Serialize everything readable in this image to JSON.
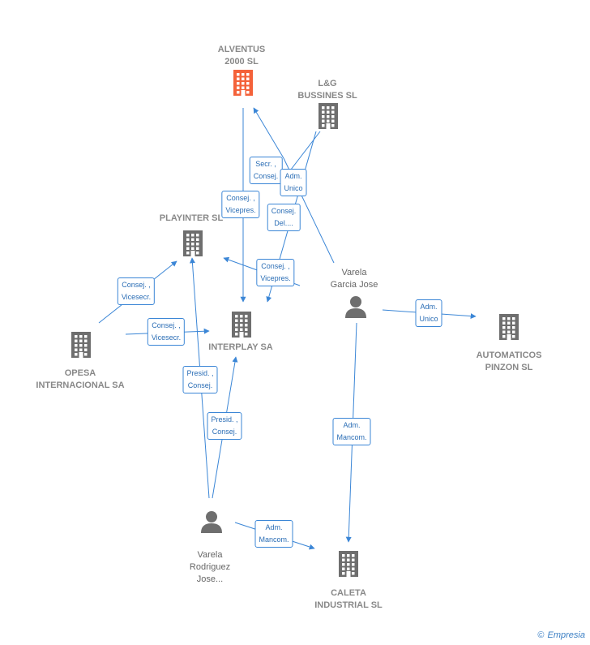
{
  "colors": {
    "edge": "#3b86d6",
    "company": "#6e6e6e",
    "highlight": "#f4623a",
    "person": "#6e6e6e"
  },
  "nodes": [
    {
      "id": "alventus",
      "label": "ALVENTUS\n2000 SL",
      "icon": "building-icon",
      "highlight": true
    },
    {
      "id": "lg",
      "label": "L&G\nBUSSINES SL",
      "icon": "building-icon"
    },
    {
      "id": "playinter",
      "label": "PLAYINTER SL",
      "icon": "building-icon"
    },
    {
      "id": "interplay",
      "label": "INTERPLAY SA",
      "icon": "building-icon"
    },
    {
      "id": "opesa",
      "label": "OPESA\nINTERNACIONAL SA",
      "icon": "building-icon"
    },
    {
      "id": "automaticos",
      "label": "AUTOMATICOS\nPINZON SL",
      "icon": "building-icon"
    },
    {
      "id": "caleta",
      "label": "CALETA\nINDUSTRIAL SL",
      "icon": "building-icon"
    },
    {
      "id": "varela_garcia",
      "label": "Varela\nGarcia Jose",
      "icon": "person-icon"
    },
    {
      "id": "varela_rodriguez",
      "label": "Varela\nRodriguez\nJose...",
      "icon": "person-icon"
    }
  ],
  "edge_labels": [
    "Secr. ,\nConsej.",
    "Adm.\nUnico",
    "Consej. ,\nVicepres.",
    "Consej.\nDel....",
    "Consej. ,\nVicepres.",
    "Consej. ,\nVicesecr.",
    "Consej. ,\nVicesecr.",
    "Adm.\nUnico",
    "Presid. ,\nConsej.",
    "Presid. ,\nConsej.",
    "Adm.\nMancom.",
    "Adm.\nMancom."
  ],
  "brand": {
    "symbol": "©",
    "name": "Empresia"
  }
}
